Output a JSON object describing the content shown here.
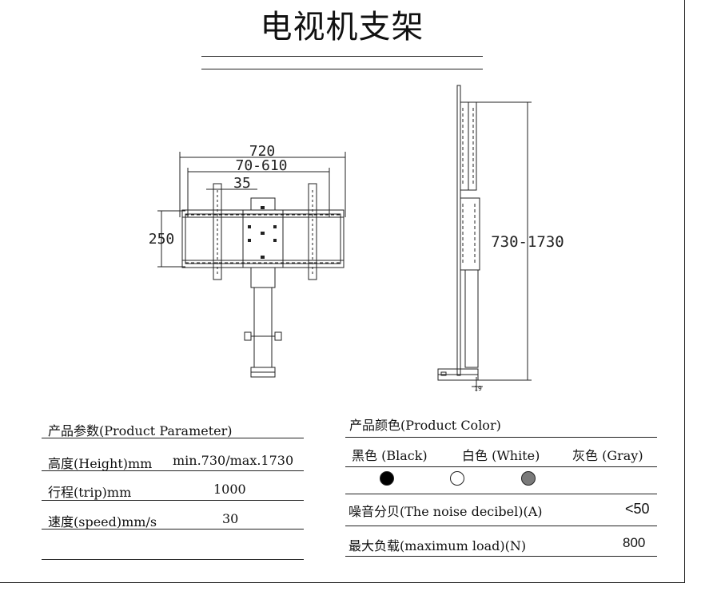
{
  "title": "电视机支架",
  "dimensions": {
    "width_total": "720",
    "width_range": "70-610",
    "slot_spacing": "35",
    "height_bracket": "250",
    "height_range": "730-1730",
    "base_offset": "19"
  },
  "params": {
    "header": "产品参数(Product Parameter)",
    "rows": [
      {
        "label": "高度(Height)mm",
        "value": "min.730/max.1730"
      },
      {
        "label": "行程(trip)mm",
        "value": "1000"
      },
      {
        "label": "速度(speed)mm/s",
        "value": "30"
      }
    ]
  },
  "colors": {
    "header": "产品颜色(Product Color)",
    "options": [
      {
        "label": "黑色 (Black)",
        "hex": "#000000"
      },
      {
        "label": "白色 (White)",
        "hex": "#ffffff"
      },
      {
        "label": "灰色 (Gray)",
        "hex": "#7a7a7a"
      }
    ]
  },
  "extra": [
    {
      "label": "噪音分贝(The noise decibel)(A)",
      "value": "<50"
    },
    {
      "label": "最大负载(maximum load)(N)",
      "value": "800"
    }
  ]
}
